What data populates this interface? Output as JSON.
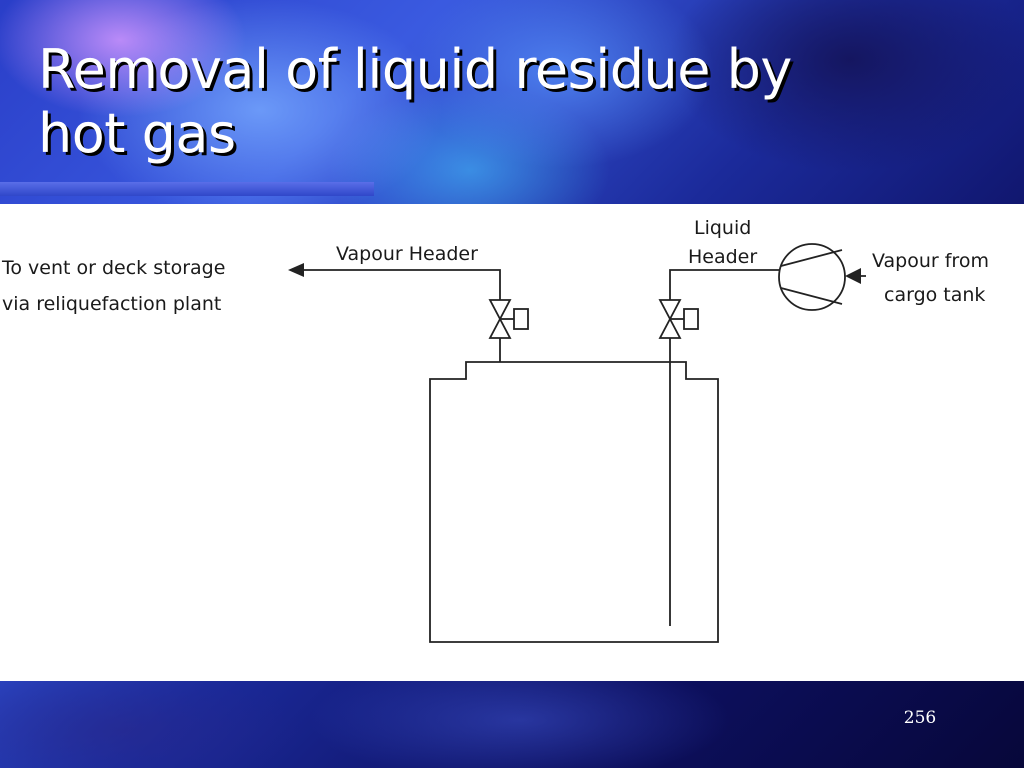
{
  "slide": {
    "title_line1": "Removal of liquid residue by",
    "title_line2": "hot gas",
    "page_number": "256"
  },
  "diagram": {
    "left_note_line1": "To vent or deck storage",
    "left_note_line2": "via reliquefaction plant",
    "vapour_header": "Vapour Header",
    "liquid_header_line1": "Liquid",
    "liquid_header_line2": "Header",
    "right_note_line1": "Vapour from",
    "right_note_line2": "cargo tank"
  }
}
